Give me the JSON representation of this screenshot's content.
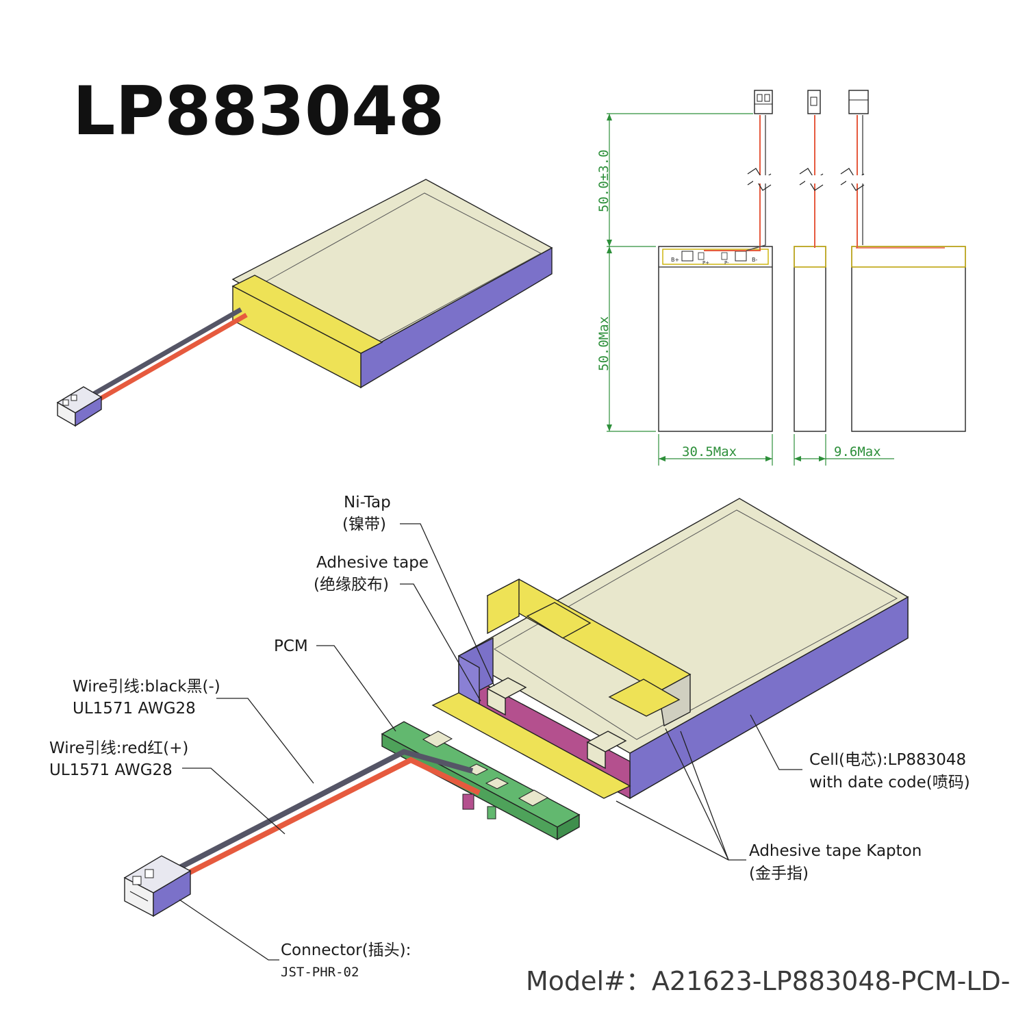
{
  "title": "LP883048",
  "colors": {
    "cell_top": "#e8e7cc",
    "cell_side": "#7b71c9",
    "kapton": "#eee256",
    "pcm": "#62b86f",
    "cell_pink": "#b4508e",
    "wire_black": "#555566",
    "wire_red": "#e65a3e",
    "dimension": "#2d8f3a"
  },
  "dimensions": {
    "wire_length": "50.0±3.0",
    "length": "50.0Max",
    "width": "30.5Max",
    "thickness": "9.6Max"
  },
  "pcm_marks": {
    "b_plus": "B+",
    "p_plus": "P+",
    "p_minus": "P-",
    "b_minus": "B-"
  },
  "labels": {
    "ni_tap": "Ni-Tap",
    "ni_tap_cn": "(镍带)",
    "adhesive_tape": "Adhesive tape",
    "adhesive_tape_cn": "(绝缘胶布)",
    "pcm": "PCM",
    "wire_black_1": "Wire引线:black黑(-)",
    "wire_black_2": "UL1571 AWG28",
    "wire_red_1": "Wire引线:red红(+)",
    "wire_red_2": "UL1571 AWG28",
    "cell_1": "Cell(电芯):LP883048",
    "cell_2": "with date code(喷码)",
    "kapton_1": "Adhesive tape Kapton",
    "kapton_2": "(金手指)",
    "connector_1": "Connector(插头):",
    "connector_2": "JST-PHR-02"
  },
  "model": "Model#：A21623-LP883048-PCM-LD-"
}
